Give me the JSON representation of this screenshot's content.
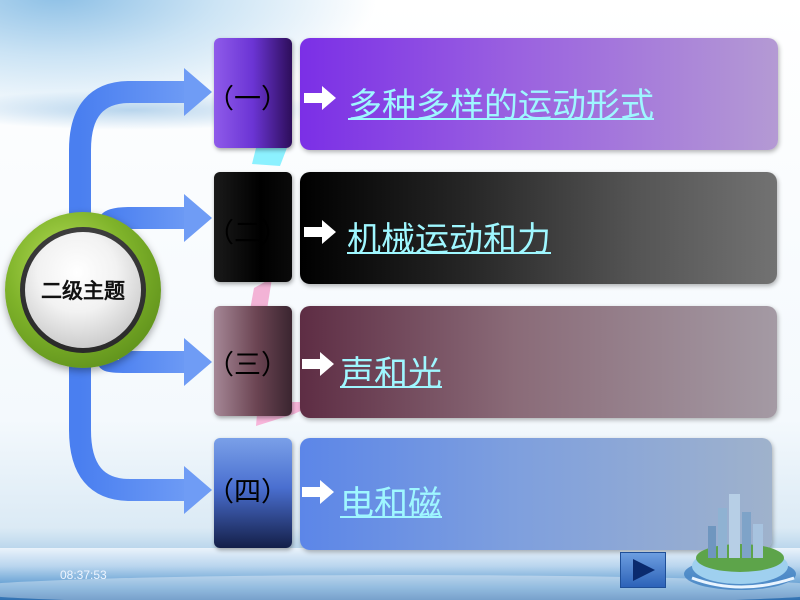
{
  "hub": {
    "label": "二级主题"
  },
  "topics": [
    {
      "number": "（一）",
      "title": "多种多样的运动形式"
    },
    {
      "number": "（二）",
      "title": "机械运动和力"
    },
    {
      "number": "（三）",
      "title": "声和光"
    },
    {
      "number": "（四）",
      "title": "电和磁"
    }
  ],
  "footer": {
    "time": "08:37:53"
  },
  "icons": {
    "next": "next-slide-icon",
    "arrow": "right-arrow-icon",
    "decoration": "city-globe-icon"
  },
  "colors": {
    "link": "#9ff7ff",
    "connector": "#5a8ef0",
    "hub_ring": "#7fb32a"
  }
}
